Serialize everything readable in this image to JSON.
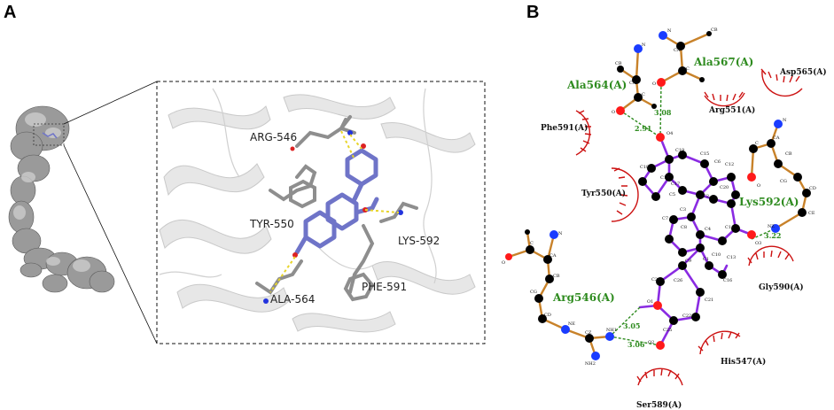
{
  "panels": {
    "a_label": "A",
    "b_label": "B"
  },
  "panel_a": {
    "residues": {
      "arg546": "ARG-546",
      "tyr550": "TYR-550",
      "lys592": "LYS-592",
      "ala564": "ALA-564",
      "phe591": "PHE-591"
    }
  },
  "panel_b": {
    "green_residues": {
      "ala564": "Ala564(A)",
      "ala567": "Ala567(A)",
      "lys592": "Lys592(A)",
      "arg546": "Arg546(A)"
    },
    "hydrophobic_residues": {
      "asp565": "Asp565(A)",
      "arg551": "Arg551(A)",
      "phe591": "Phe591(A)",
      "tyr550": "Tyr550(A)",
      "gly590": "Gly590(A)",
      "his547": "His547(A)",
      "ser589": "Ser589(A)"
    },
    "distances": {
      "d_ala567": "3.08",
      "d_ala564": "2.91",
      "d_lys592": "3.22",
      "d_arg_o1": "3.05",
      "d_arg_o2": "3.06"
    },
    "atoms": {
      "o4": "O4",
      "c19": "C19",
      "c15": "C15",
      "c6": "C6",
      "c12": "C12",
      "c18": "C18",
      "c14": "C14",
      "c17": "C17",
      "c5": "C5",
      "c20": "C20",
      "c2": "C2",
      "c3": "C3",
      "c7": "C7",
      "c8": "C8",
      "c11": "C11",
      "c4": "C4",
      "c9": "C9",
      "c1": "C1",
      "c13": "C13",
      "c10": "C10",
      "c16": "C16",
      "o3": "O3",
      "c24": "C24",
      "c26": "C26",
      "o1": "O1",
      "c21": "C21",
      "c22": "C22",
      "c25": "C25",
      "o2": "O2",
      "nz": "NZ",
      "ce": "CE",
      "cd": "CD",
      "cg_lys": "CG",
      "cb_lys": "CB",
      "ca_lys": "CA",
      "c_lys": "C",
      "o_lys": "O",
      "n_lys": "N",
      "nh1": "NH1",
      "nh2": "NH2",
      "cz": "CZ",
      "ne": "NE",
      "cd_arg": "CD",
      "cg_arg": "CG",
      "cb_arg": "CB",
      "ca_arg": "CA",
      "c_arg": "C",
      "o_arg": "O",
      "n_arg": "N",
      "cb_a564": "CB",
      "ca_a564": "CA",
      "c_a564": "C",
      "o_a564": "O",
      "n_a564": "N",
      "cb_a567": "CB",
      "ca_a567": "CA",
      "c_a567": "C",
      "o_a567": "O",
      "n_a567": "N"
    }
  },
  "colors": {
    "ligand_bond": "#8a2be2",
    "residue_bond": "#c8822a",
    "hbond": "#2e8b1f",
    "oxygen": "#ff1a1a",
    "nitrogen": "#1a3cff",
    "carbon": "#000000",
    "hydrophobic": "#cc1111",
    "ligand_3d": "#6f74c8",
    "protein_surface": "#9a9a9a"
  }
}
